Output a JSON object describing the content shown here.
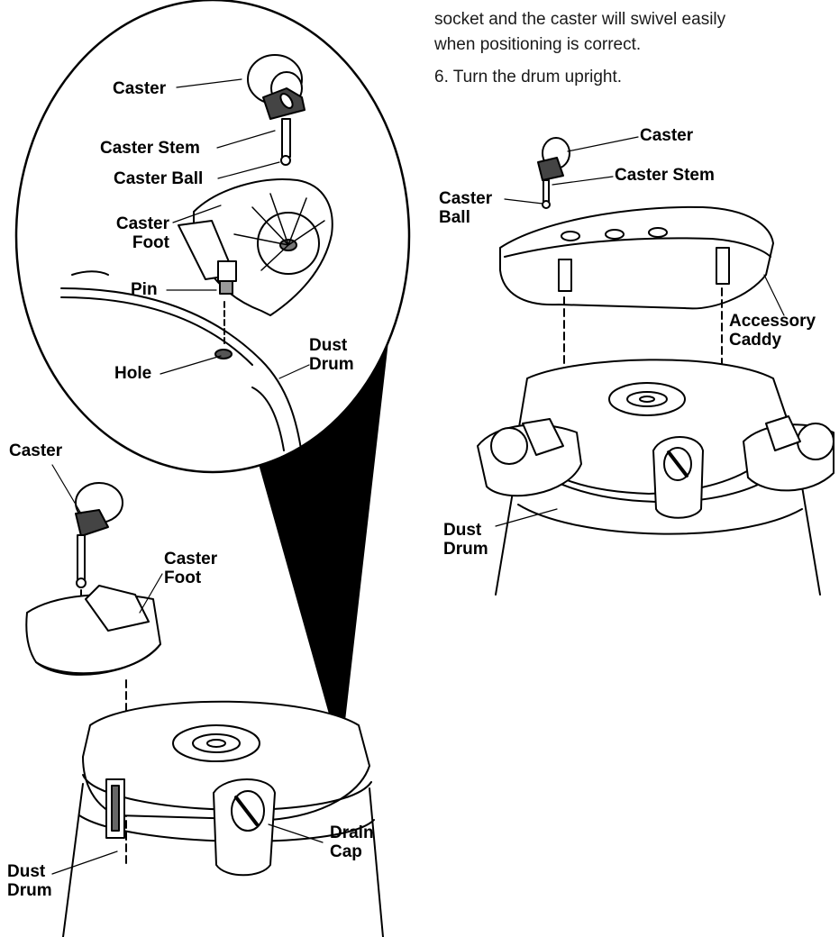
{
  "instructions": {
    "continued_line_1": "socket and the caster will swivel easily",
    "continued_line_2": "when positioning is correct.",
    "step_6": "6. Turn the drum upright."
  },
  "left_figure": {
    "inset": {
      "caster": "Caster",
      "caster_stem": "Caster Stem",
      "caster_ball": "Caster Ball",
      "caster_foot": "Caster\nFoot",
      "pin": "Pin",
      "hole": "Hole",
      "dust_drum": "Dust\nDrum"
    },
    "caster": "Caster",
    "caster_foot": "Caster\nFoot",
    "drain_cap": "Drain\nCap",
    "dust_drum": "Dust\nDrum"
  },
  "right_figure": {
    "caster": "Caster",
    "caster_stem": "Caster Stem",
    "caster_ball": "Caster\nBall",
    "accessory_caddy": "Accessory\nCaddy",
    "dust_drum": "Dust\nDrum"
  }
}
